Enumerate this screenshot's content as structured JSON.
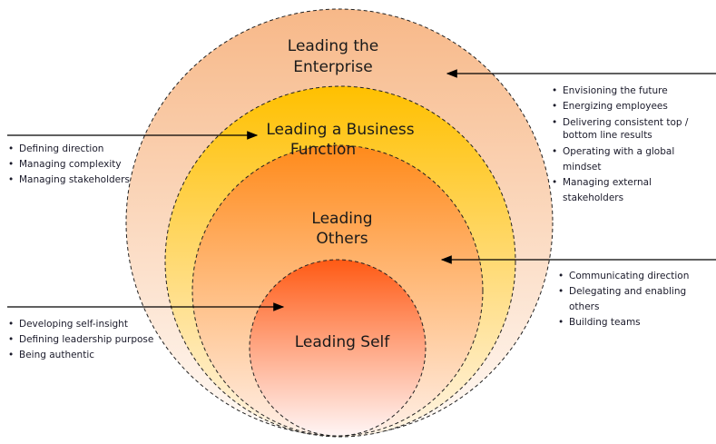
{
  "circles": [
    {
      "title_lines": [
        "Leading the",
        "Enterprise"
      ],
      "color": "#f8b98a",
      "bullets": [
        "Envisioning the future",
        "Energizing employees",
        "Delivering consistent top / bottom line results",
        "Operating with a global mindset",
        "Managing external stakeholders"
      ]
    },
    {
      "title_lines": [
        "Leading a Business",
        "Function"
      ],
      "color": "#ffc31a",
      "bullets": [
        "Defining direction",
        "Managing complexity",
        "Managing stakeholders"
      ]
    },
    {
      "title_lines": [
        "Leading",
        "Others"
      ],
      "color": "#ff8c2a",
      "bullets": [
        "Communicating direction",
        "Delegating and enabling others",
        "Building teams"
      ]
    },
    {
      "title_lines": [
        "Leading Self"
      ],
      "color": "#ff5a1e",
      "bullets": [
        "Developing self-insight",
        "Defining leadership purpose",
        "Being authentic"
      ]
    }
  ]
}
